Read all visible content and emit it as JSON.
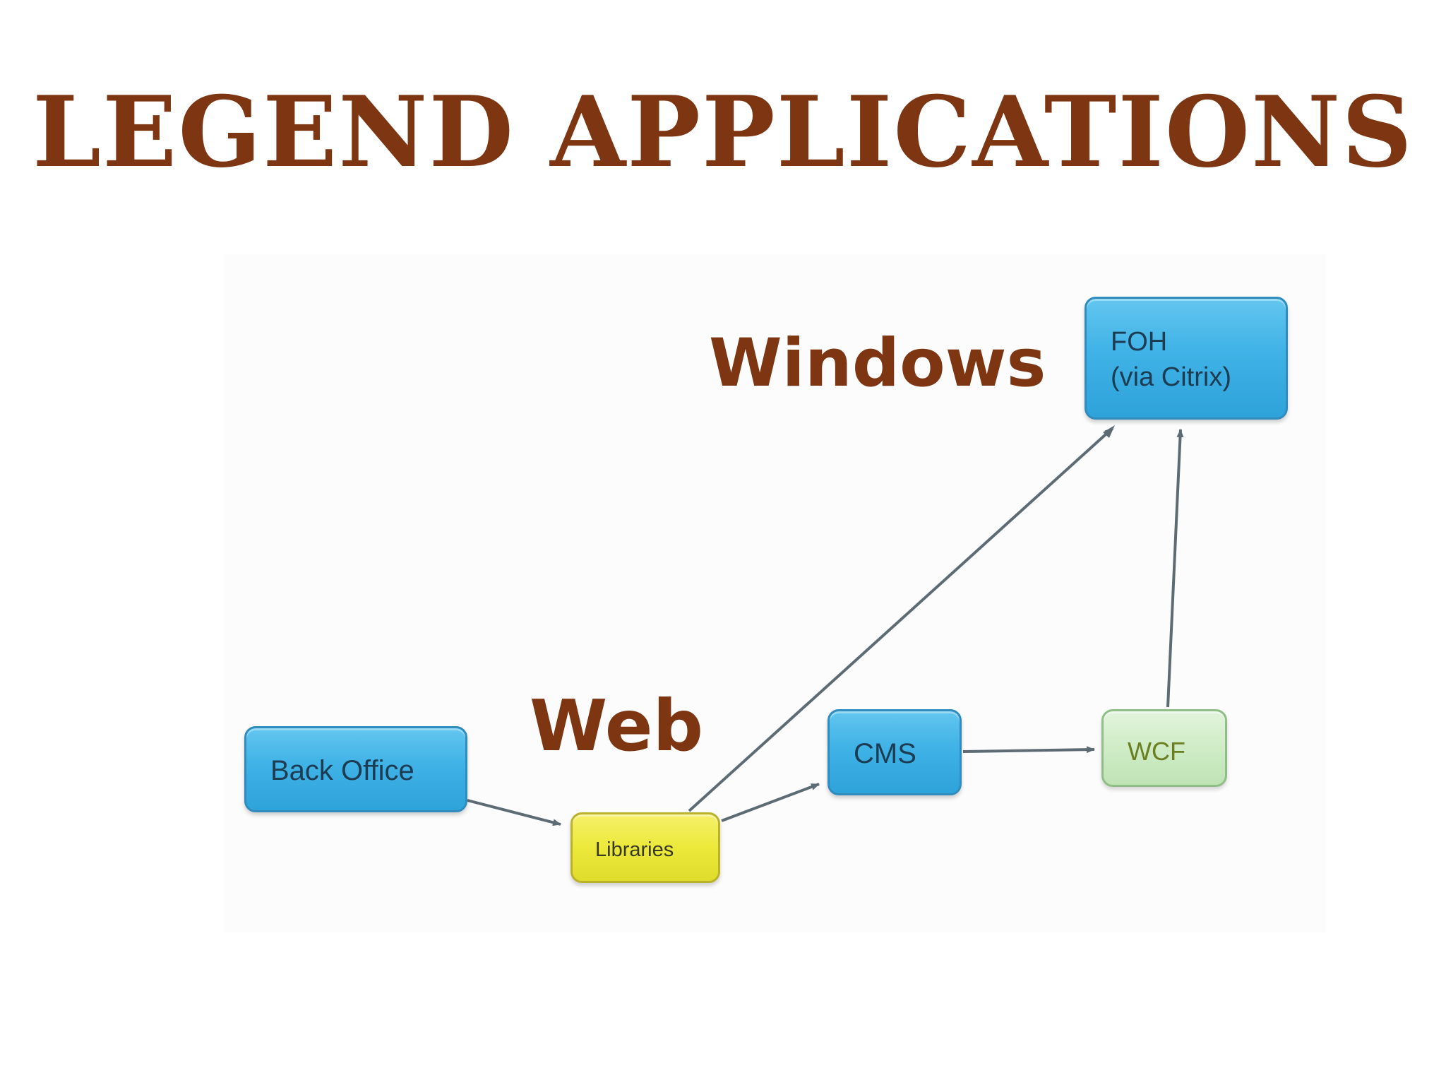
{
  "title": "LEGEND APPLICATIONS",
  "region_labels": {
    "windows": "Windows",
    "web": "Web"
  },
  "nodes": {
    "foh": {
      "line1": "FOH",
      "line2": "(via Citrix)",
      "color": "#3fb2e6"
    },
    "back_office": {
      "label": "Back Office",
      "color": "#3fb2e6"
    },
    "libraries": {
      "label": "Libraries",
      "color": "#ece93a"
    },
    "cms": {
      "label": "CMS",
      "color": "#3fb2e6"
    },
    "wcf": {
      "label": "WCF",
      "color": "#cfecc6"
    }
  },
  "edges": [
    {
      "from": "Back Office",
      "to": "Libraries"
    },
    {
      "from": "Libraries",
      "to": "CMS"
    },
    {
      "from": "Libraries",
      "to": "FOH (via Citrix)"
    },
    {
      "from": "CMS",
      "to": "WCF"
    },
    {
      "from": "WCF",
      "to": "FOH (via Citrix)"
    }
  ],
  "colors": {
    "title": "#7e3511",
    "arrow": "#5d6b75"
  }
}
